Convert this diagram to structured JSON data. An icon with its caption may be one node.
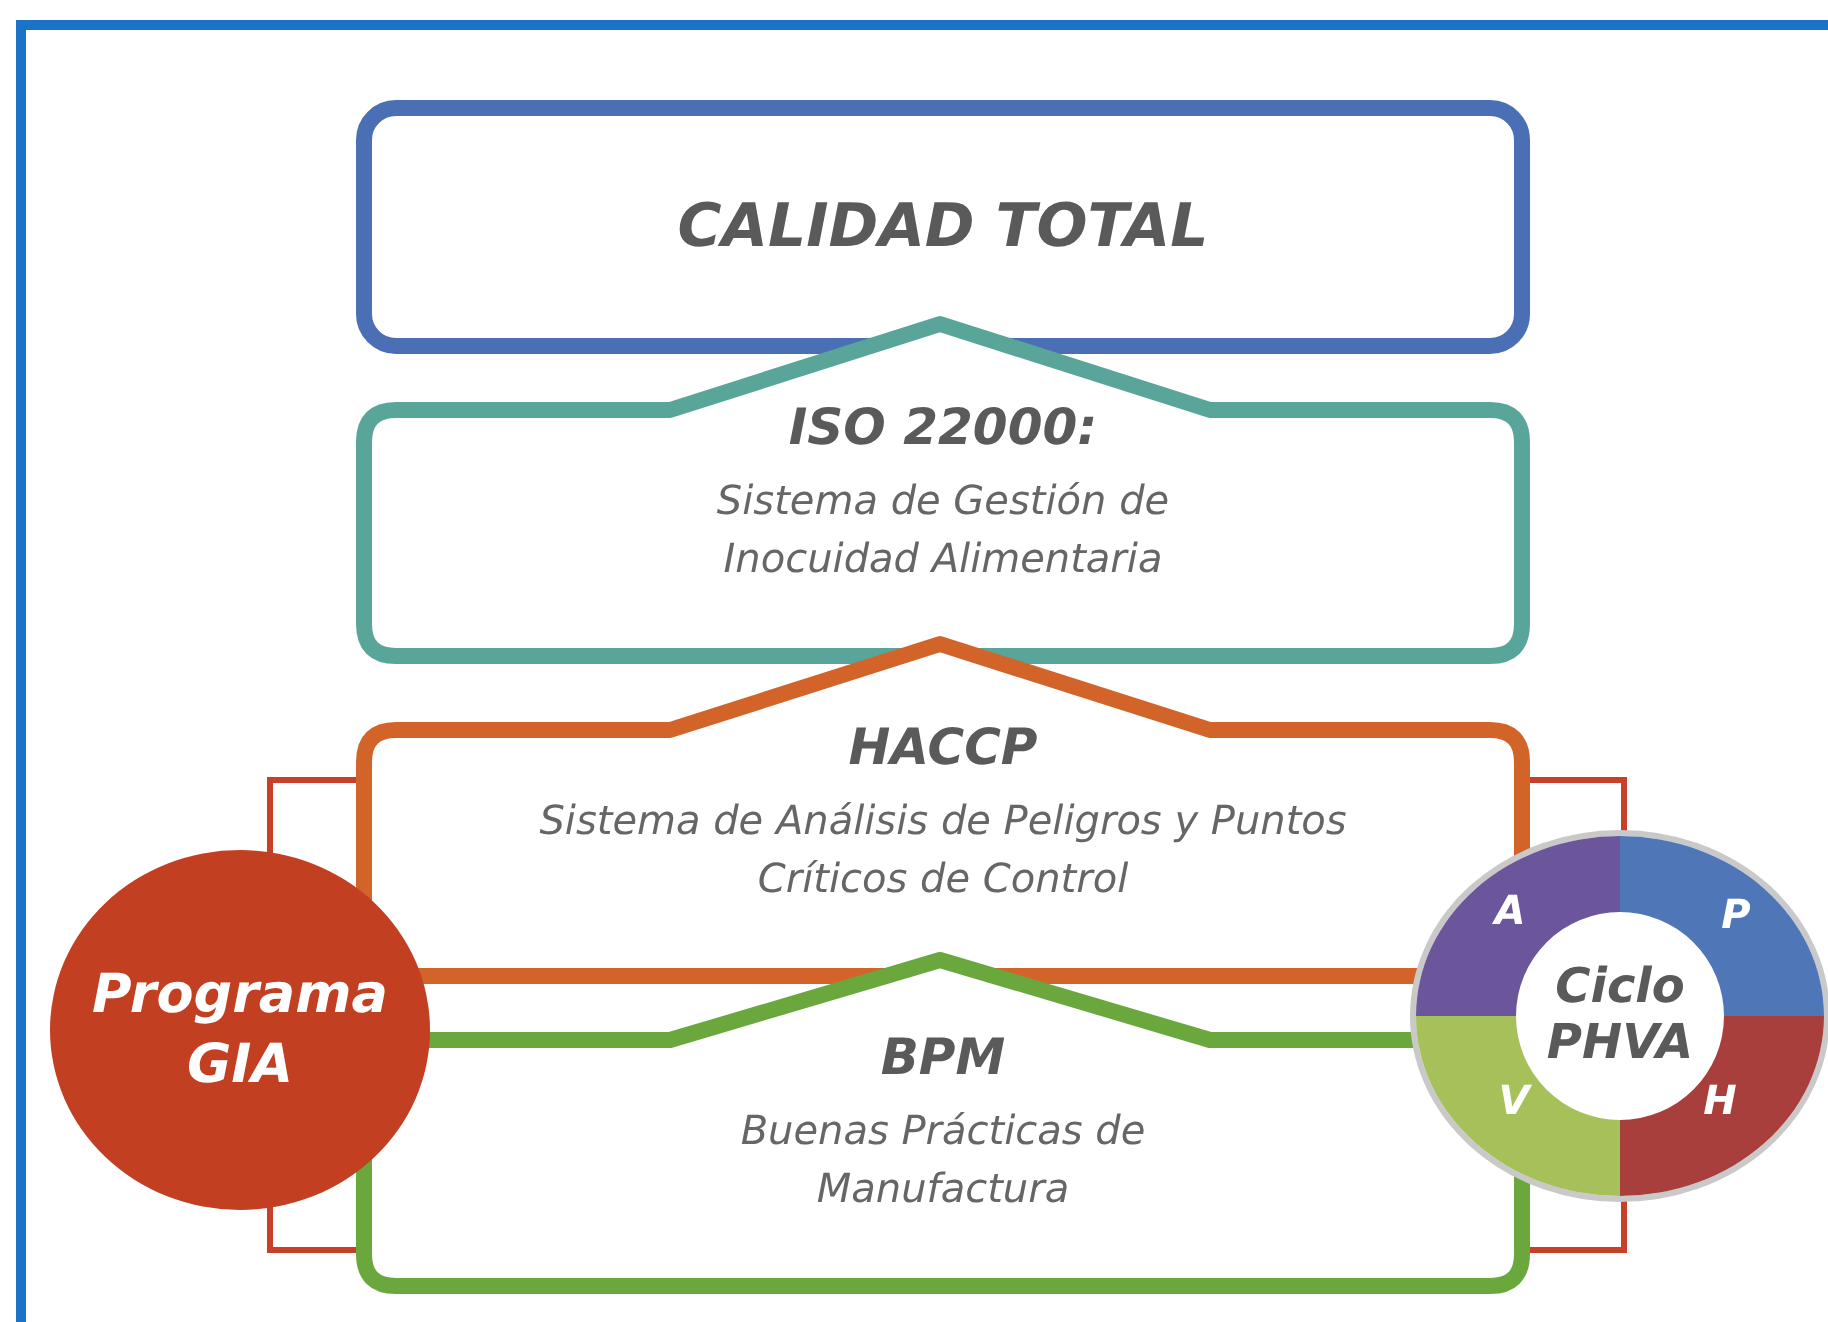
{
  "diagram": {
    "nodes": [
      {
        "text": [
          "CALIDAD TOTAL"
        ]
      },
      {
        "text": [
          "ISO 22000:",
          "Sistema de Gestión de Inocuidad Alimentaria"
        ]
      },
      {
        "text": [
          "HACCP",
          "Sistema de Análisis de Peligros y Puntos Críticos de Control"
        ]
      },
      {
        "text": [
          "BPM",
          "Buenas Prácticas de Manufactura"
        ]
      },
      {
        "text": [
          "Programa GIA"
        ]
      },
      {
        "text": [
          "Ciclo PHVA"
        ]
      },
      {
        "text": [
          "A"
        ],
        "in": 5
      },
      {
        "text": [
          "P"
        ],
        "in": 5
      },
      {
        "text": [
          "V"
        ],
        "in": 5
      },
      {
        "text": [
          "H"
        ],
        "in": 5
      }
    ],
    "edges": [
      {
        "from": 4,
        "to": 2,
        "arrow": "none",
        "color": "#c9402a"
      },
      {
        "from": 4,
        "to": 3,
        "arrow": "none",
        "color": "#c9402a"
      },
      {
        "from": 5,
        "to": 2,
        "arrow": "none",
        "color": "#c9402a"
      },
      {
        "from": 5,
        "to": 3,
        "arrow": "none",
        "color": "#c9402a"
      }
    ]
  }
}
